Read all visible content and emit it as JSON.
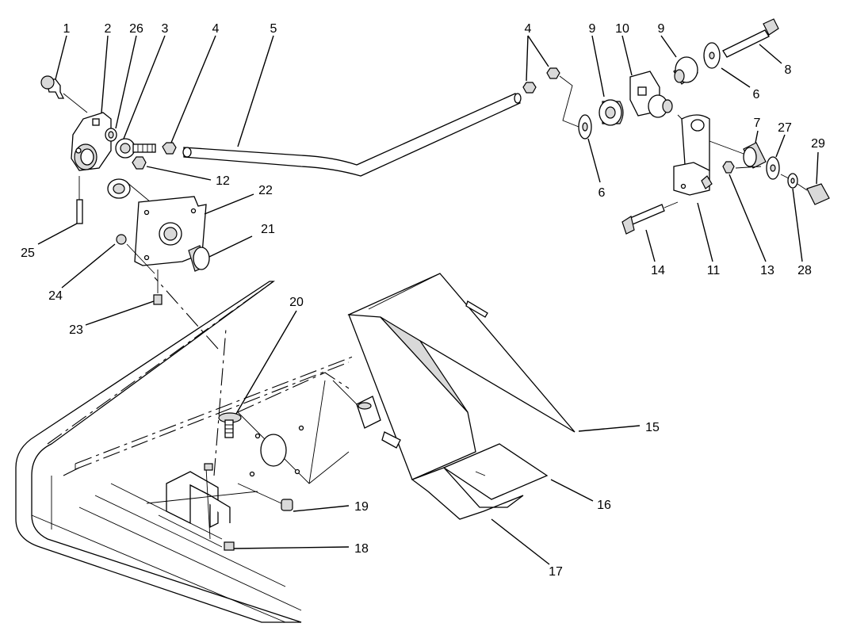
{
  "callouts": [
    {
      "id": "c1",
      "text": "1"
    },
    {
      "id": "c2",
      "text": "2"
    },
    {
      "id": "c26",
      "text": "26"
    },
    {
      "id": "c3",
      "text": "3"
    },
    {
      "id": "c4a",
      "text": "4"
    },
    {
      "id": "c5",
      "text": "5"
    },
    {
      "id": "c4b",
      "text": "4"
    },
    {
      "id": "c9a",
      "text": "9"
    },
    {
      "id": "c10",
      "text": "10"
    },
    {
      "id": "c9b",
      "text": "9"
    },
    {
      "id": "c8",
      "text": "8"
    },
    {
      "id": "c6a",
      "text": "6"
    },
    {
      "id": "c6b",
      "text": "6"
    },
    {
      "id": "c7",
      "text": "7"
    },
    {
      "id": "c27",
      "text": "27"
    },
    {
      "id": "c29",
      "text": "29"
    },
    {
      "id": "c12",
      "text": "12"
    },
    {
      "id": "c22",
      "text": "22"
    },
    {
      "id": "c21",
      "text": "21"
    },
    {
      "id": "c25",
      "text": "25"
    },
    {
      "id": "c24",
      "text": "24"
    },
    {
      "id": "c23",
      "text": "23"
    },
    {
      "id": "c20",
      "text": "20"
    },
    {
      "id": "c14",
      "text": "14"
    },
    {
      "id": "c11",
      "text": "11"
    },
    {
      "id": "c13",
      "text": "13"
    },
    {
      "id": "c28",
      "text": "28"
    },
    {
      "id": "c15",
      "text": "15"
    },
    {
      "id": "c16",
      "text": "16"
    },
    {
      "id": "c17",
      "text": "17"
    },
    {
      "id": "c19",
      "text": "19"
    },
    {
      "id": "c18",
      "text": "18"
    }
  ]
}
